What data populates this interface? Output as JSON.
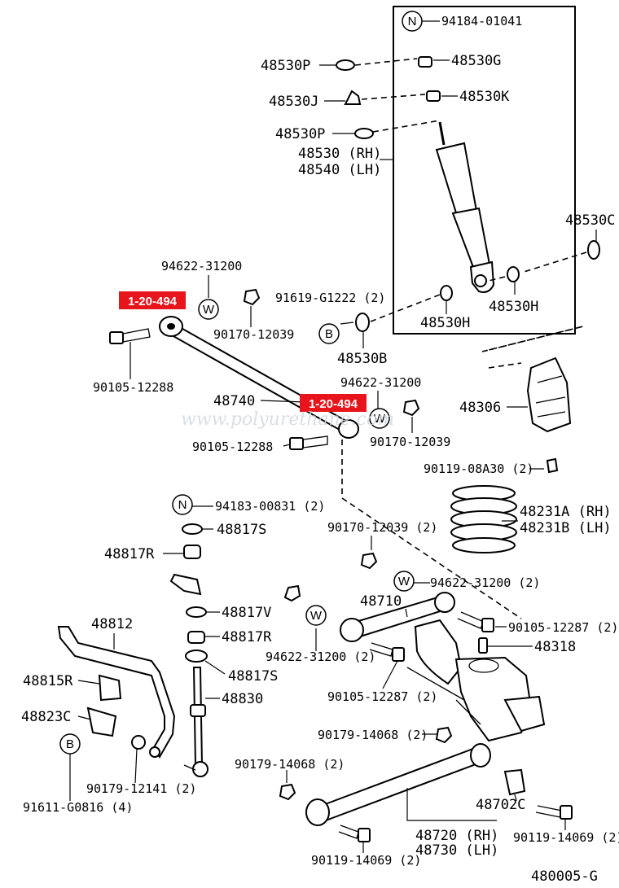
{
  "watermark": "www.polyurethane.com",
  "diagram_code": "480005-G",
  "badges": [
    "1-20-494",
    "1-20-494"
  ],
  "symbols": {
    "n": "N",
    "w": "W",
    "b": "B"
  },
  "labels": {
    "p94184": "94184-01041",
    "p48530P_top": "48530P",
    "p48530G": "48530G",
    "p48530J": "48530J",
    "p48530K": "48530K",
    "p48530P_mid": "48530P",
    "p48530_rh": "48530 (RH)",
    "p48540_lh": "48540 (LH)",
    "p48530C": "48530C",
    "p48530H_r": "48530H",
    "p48530H_l": "48530H",
    "p94622_top": "94622-31200",
    "p91619": "91619-G1222 (2)",
    "p90170_a": "90170-12039",
    "p48530B": "48530B",
    "p90105_a": "90105-12288",
    "p48740": "48740",
    "p94622_mid": "94622-31200",
    "p90170_b": "90170-12039",
    "p48306": "48306",
    "p90105_b": "90105-12288",
    "p90119_a": "90119-08A30 (2)",
    "p94183": "94183-00831 (2)",
    "p48817S_a": "48817S",
    "p90170_c": "90170-12039 (2)",
    "p48231A": "48231A (RH)",
    "p48231B": "48231B (LH)",
    "p48817R_a": "48817R",
    "p94622_lr": "94622-31200 (2)",
    "p48710": "48710",
    "p48812": "48812",
    "p48817V": "48817V",
    "p90105_c": "90105-12287 (2)",
    "p48817R_b": "48817R",
    "p48318": "48318",
    "p94622_ll": "94622-31200 (2)",
    "p48815R": "48815R",
    "p48817S_b": "48817S",
    "p48830": "48830",
    "p90105_d": "90105-12287 (2)",
    "p48823C": "48823C",
    "p90179_a": "90179-14068 (2)",
    "p90179_b": "90179-14068 (2)",
    "p90179_c": "90179-12141 (2)",
    "p91611": "91611-G0816 (4)",
    "p48702C": "48702C",
    "p48720_rh": "48720 (RH)",
    "p48730_lh": "48730 (LH)",
    "p90119_b": "90119-14069 (2)",
    "p90119_c": "90119-14069 (2)"
  }
}
